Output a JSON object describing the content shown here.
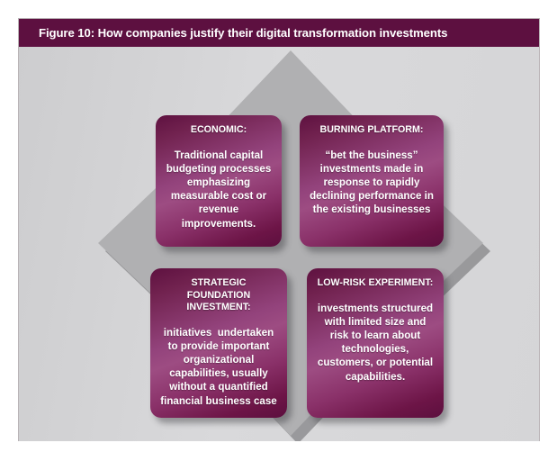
{
  "figure": {
    "title": "Figure 10: How companies justify their digital transformation investments",
    "header_color": "#5d1040",
    "background_color": "#d6d6d8",
    "box_gradient_dark": "#5e1140",
    "box_gradient_light": "#9d4c82",
    "arrow_color": "#b0b0b2",
    "arrow_shadow_color": "#8e8e90"
  },
  "diagram": {
    "type": "four-quadrant",
    "background_shape": "four-way-arrow",
    "boxes": [
      {
        "id": "economic",
        "position": "top-left",
        "title": "ECONOMIC:",
        "body": "Traditional capital budgeting processes emphasizing measurable cost or revenue improvements."
      },
      {
        "id": "burning-platform",
        "position": "top-right",
        "title": "BURNING PLATFORM:",
        "body": "“bet the business” investments made in response to rapidly declining performance in the existing businesses"
      },
      {
        "id": "strategic-foundation-investment",
        "position": "bottom-left",
        "title": "STRATEGIC FOUNDATION INVESTMENT:",
        "body": "initiatives  undertaken to provide important organizational capabilities, usually without a quantified financial business case"
      },
      {
        "id": "low-risk-experiment",
        "position": "bottom-right",
        "title": "LOW-RISK EXPERIMENT:",
        "body": "investments structured with limited size and risk to learn about technologies, customers, or potential capabilities."
      }
    ]
  }
}
